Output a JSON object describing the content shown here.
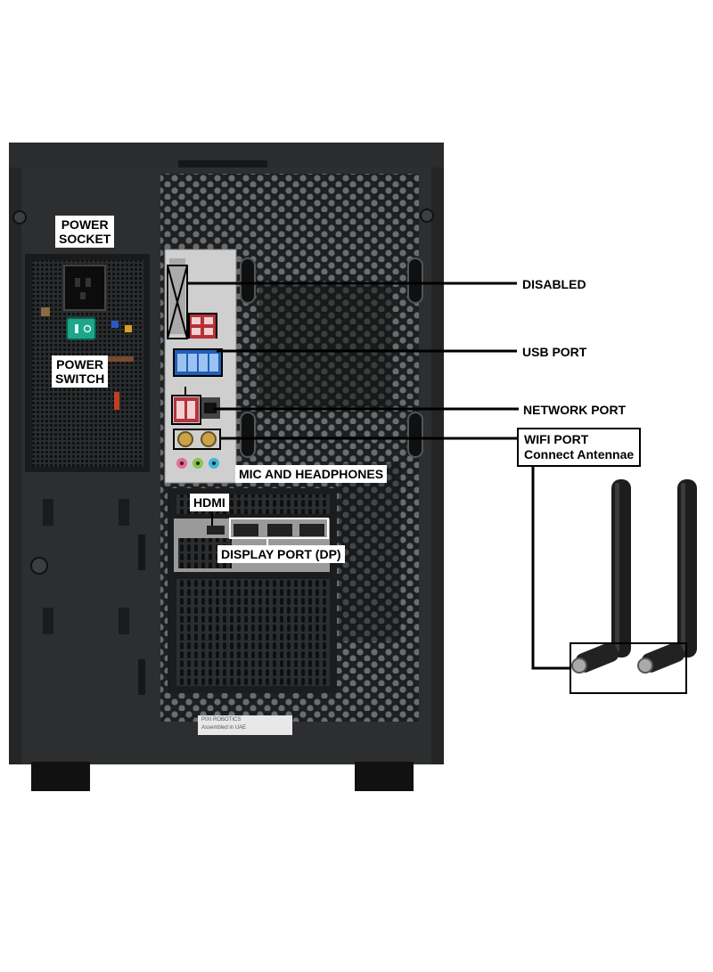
{
  "labels": {
    "power_socket": "POWER\nSOCKET",
    "power_switch": "POWER\nSWITCH",
    "disabled": "DISABLED",
    "usb_port": "USB PORT",
    "network_port": "NETWORK PORT",
    "wifi_port": "WIFI PORT",
    "connect_antennae": "Connect Antennae",
    "mic_headphones": "MIC AND HEADPHONES",
    "hdmi": "HDMI",
    "display_port": "DISPLAY PORT (DP)"
  },
  "sticker": {
    "brand": "PIXI ROBOTICS",
    "assembled": "Assembled in UAE"
  }
}
